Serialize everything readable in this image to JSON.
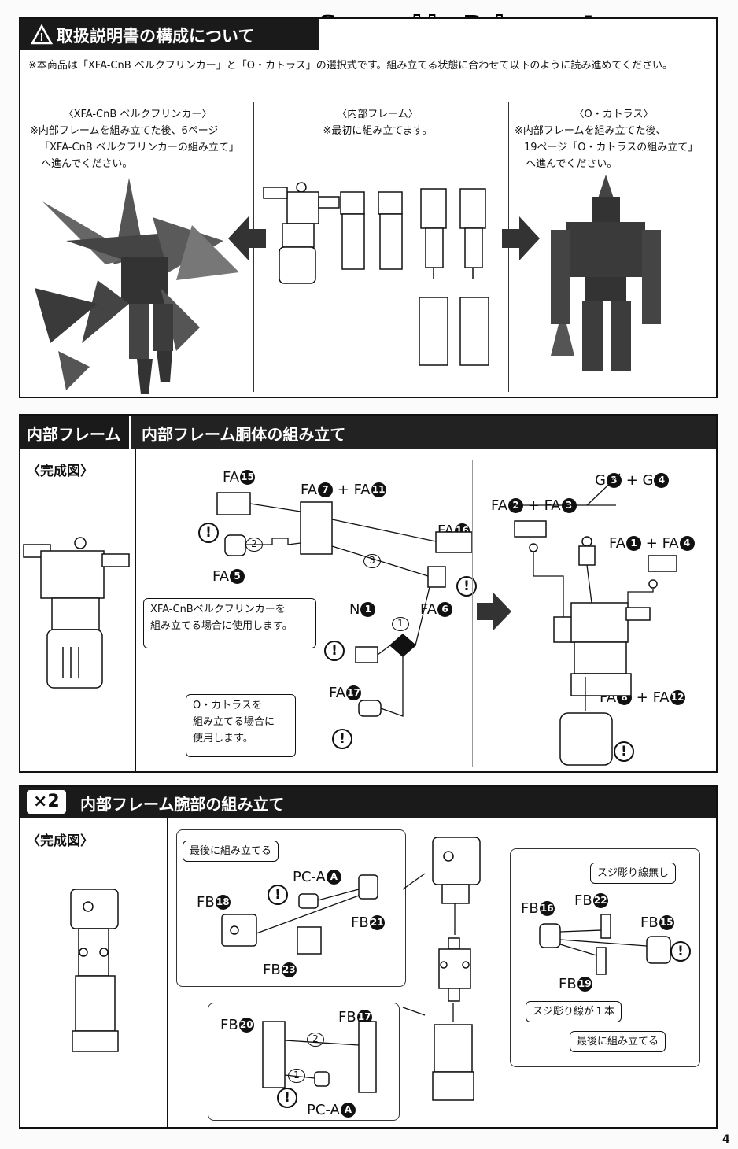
{
  "watermark": "Scanned by Dalong.net",
  "page_number": "4",
  "section1": {
    "title": "取扱説明書の構成について",
    "warning_icon": "warning-triangle-icon",
    "intro": "※本商品は「XFA-CnB ベルクフリンカー」と「O・カトラス」の選択式です。組み立てる状態に合わせて以下のように読み進めてください。",
    "col_left": {
      "heading": "〈XFA-CnB ベルクフリンカー〉",
      "line1": "※内部フレームを組み立てた後、6ページ",
      "line2": "「XFA-CnB ベルクフリンカーの組み立て」",
      "line3": "へ進んでください。"
    },
    "col_mid": {
      "heading": "〈内部フレーム〉",
      "line1": "※最初に組み立てます。"
    },
    "col_right": {
      "heading": "〈O・カトラス〉",
      "line1": "※内部フレームを組み立てた後、",
      "line2": "19ページ「O・カトラスの組み立て」",
      "line3": "へ進んでください。"
    }
  },
  "section2": {
    "tag": "内部フレーム",
    "title": "内部フレーム胴体の組み立て",
    "complete_label": "〈完成図〉",
    "parts": {
      "fa15": {
        "prefix": "FA",
        "n": "15"
      },
      "fa7": {
        "prefix": "FA",
        "n": "7"
      },
      "fa11": {
        "prefix": "FA",
        "n": "11"
      },
      "fa16": {
        "prefix": "FA",
        "n": "16"
      },
      "fa5": {
        "prefix": "FA",
        "n": "5"
      },
      "fa6": {
        "prefix": "FA",
        "n": "6"
      },
      "n1": {
        "prefix": "N",
        "n": "1"
      },
      "fa17": {
        "prefix": "FA",
        "n": "17"
      },
      "fa2": {
        "prefix": "FA",
        "n": "2"
      },
      "fa3": {
        "prefix": "FA",
        "n": "3"
      },
      "g3": {
        "prefix": "G",
        "n": "3"
      },
      "g4": {
        "prefix": "G",
        "n": "4"
      },
      "fa1": {
        "prefix": "FA",
        "n": "1"
      },
      "fa4": {
        "prefix": "FA",
        "n": "4"
      },
      "fa8": {
        "prefix": "FA",
        "n": "8"
      },
      "fa12": {
        "prefix": "FA",
        "n": "12"
      }
    },
    "plus": "+",
    "steps": [
      "1",
      "2",
      "3"
    ],
    "callout_xfa_line1": "XFA-CnBベルクフリンカーを",
    "callout_xfa_line2": "組み立てる場合に使用します。",
    "callout_oc_line1": "O・カトラスを",
    "callout_oc_line2": "組み立てる場合に",
    "callout_oc_line3": "使用します。"
  },
  "section3": {
    "multiplier": "×2",
    "title": "内部フレーム腕部の組み立て",
    "complete_label": "〈完成図〉",
    "callout_last1": "最後に組み立てる",
    "callout_nogroove": "スジ彫り線無し",
    "callout_onegroove": "スジ彫り線が１本",
    "callout_last2": "最後に組み立てる",
    "parts": {
      "pca_top": {
        "prefix": "PC-A",
        "n": "A"
      },
      "fb18": {
        "prefix": "FB",
        "n": "18"
      },
      "fb21": {
        "prefix": "FB",
        "n": "21"
      },
      "fb23": {
        "prefix": "FB",
        "n": "23"
      },
      "fb20": {
        "prefix": "FB",
        "n": "20"
      },
      "fb17": {
        "prefix": "FB",
        "n": "17"
      },
      "pca_bottom": {
        "prefix": "PC-A",
        "n": "A"
      },
      "fb16": {
        "prefix": "FB",
        "n": "16"
      },
      "fb22": {
        "prefix": "FB",
        "n": "22"
      },
      "fb15": {
        "prefix": "FB",
        "n": "15"
      },
      "fb19": {
        "prefix": "FB",
        "n": "19"
      }
    },
    "steps": [
      "1",
      "2"
    ]
  },
  "warning_glyph": "!"
}
